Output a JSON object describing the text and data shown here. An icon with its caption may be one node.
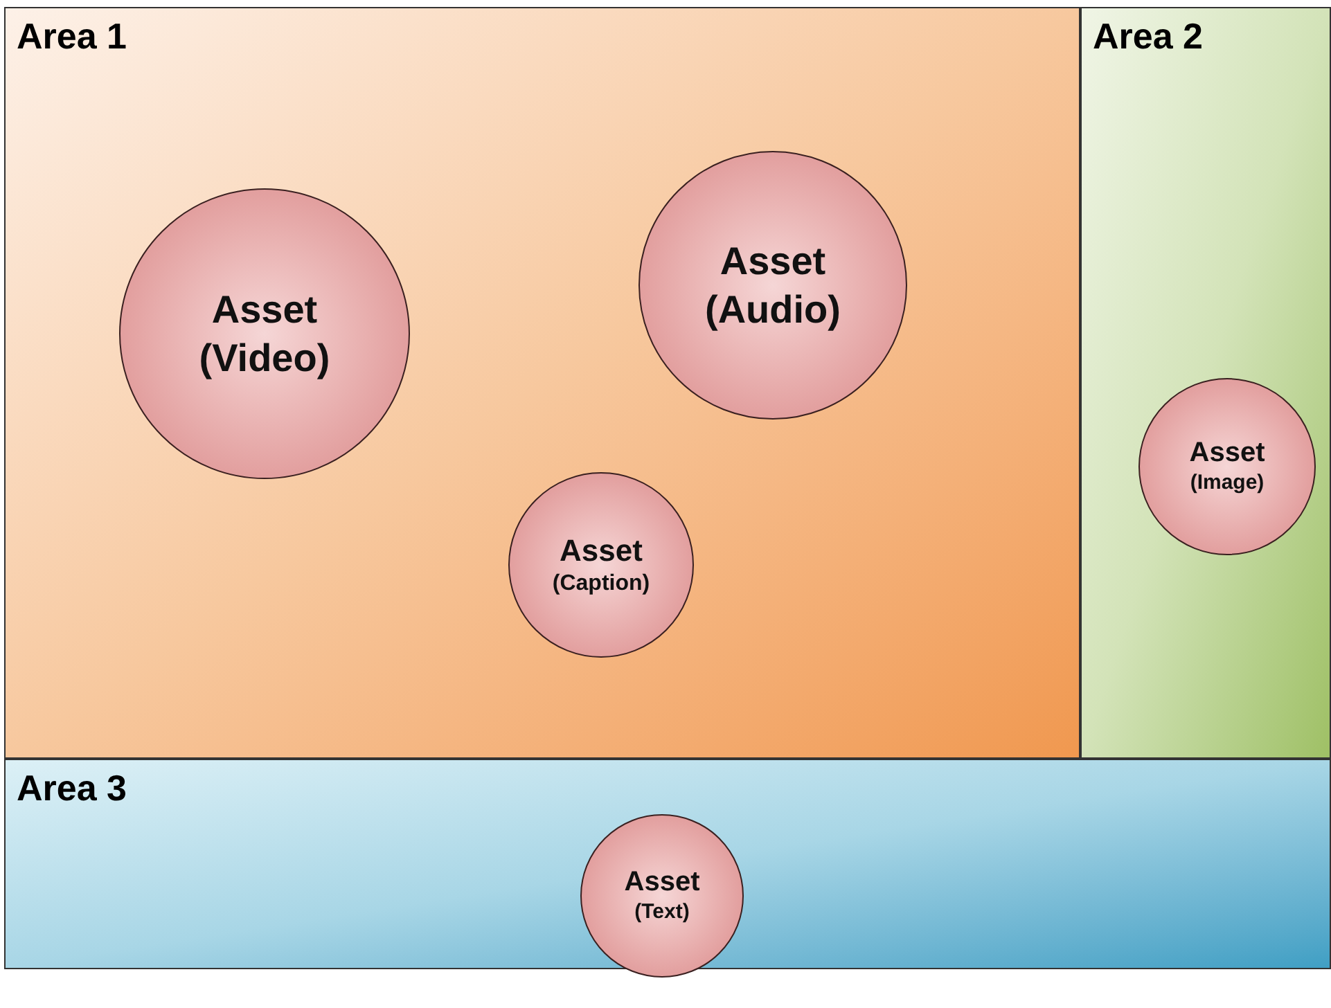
{
  "diagram": {
    "nodes": [
      {
        "text": [
          "Area 1"
        ]
      },
      {
        "text": [
          "Asset",
          "(Video)"
        ],
        "in": 0
      },
      {
        "text": [
          "Asset",
          "(Audio)"
        ],
        "in": 0
      },
      {
        "text": [
          "Asset",
          "(Caption)"
        ],
        "in": 0
      },
      {
        "text": [
          "Area 2"
        ]
      },
      {
        "text": [
          "Asset",
          "(Image)"
        ],
        "in": 4
      },
      {
        "text": [
          "Area 3"
        ]
      },
      {
        "text": [
          "Asset",
          "(Text)"
        ],
        "in": 6
      }
    ]
  }
}
